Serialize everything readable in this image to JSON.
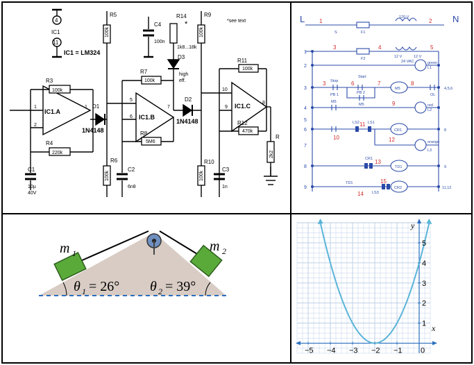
{
  "schematic": {
    "ic_pins": [
      "4",
      "11"
    ],
    "ic_ref": "IC1",
    "ic_note": "IC1 = LM324",
    "see_text": "*see text",
    "opamps": [
      "IC1.A",
      "IC1.B",
      "IC1.C"
    ],
    "resistors": {
      "r3": "R3",
      "r3_val": "100k",
      "r4": "R4",
      "r4_val": "220k",
      "r5": "R5",
      "r5_val": "100k",
      "r6": "R6",
      "r6_val": "100k",
      "r7": "R7",
      "r7_val": "100k",
      "r8": "R8",
      "r8_val": "5M6",
      "r9": "R9",
      "r9_val": "100k",
      "r10": "R10",
      "r10_val": "100k",
      "r11": "R11",
      "r11_val": "100k",
      "r12": "R12",
      "r12_val": "470k",
      "r14": "R14",
      "r14_star": "*",
      "r14_val": "1k8...18k",
      "r": "R",
      "r_val": "2k2"
    },
    "capacitors": {
      "c1": "C1",
      "c1_val": "10µ",
      "c1_v": "40V",
      "c2": "C2",
      "c2_val": "6n8",
      "c3": "C3",
      "c3_val": "1n",
      "c4": "C4",
      "c4_val": "100n"
    },
    "diodes": {
      "d1": "D1",
      "d1_part": "1N4148",
      "d2": "D2",
      "d2_part": "1N4148",
      "d3": "D3",
      "d3_note1": "high",
      "d3_note2": "eff."
    },
    "pins": {
      "a_in": "1",
      "a_minus": "2",
      "a_out": "1",
      "b_plus": "5",
      "b_minus": "6",
      "b_out": "7",
      "c_plus": "10",
      "c_minus": "9",
      "c_out": "8"
    }
  },
  "ladder": {
    "top_left": "L",
    "top_right": "N",
    "rails_numbers": [
      "1",
      "2",
      "3",
      "4",
      "5",
      "6",
      "7",
      "8",
      "9"
    ],
    "red_numbers": [
      "1",
      "2",
      "3",
      "4",
      "5",
      "3",
      "6",
      "7",
      "8",
      "9",
      "10",
      "11",
      "12",
      "13",
      "14",
      "15"
    ],
    "labels": {
      "s": "S",
      "f1": "F1",
      "f2": "F2",
      "v120": "120 V",
      "v12a": "12 V",
      "v12b": "12 V",
      "v24": "24 VAC",
      "green": "green",
      "l1": "L1",
      "stop": "Stop",
      "start": "Start",
      "pb1": "PB 1",
      "pb2": "PB 2",
      "m5": "M5",
      "ol": "OL",
      "ol_ref": "4,5,6",
      "m5_contact": "M5",
      "red": "red",
      "l2": "L2",
      "m5_b": "M5",
      "lsa": "LS2",
      "ls1": "LS1",
      "cr1": "CR1",
      "orange": "orange",
      "l3": "L3",
      "cr1_contact": "CR1",
      "td1": "TD1",
      "td1_contact": "TD1",
      "ls3": "LS3",
      "cr2": "CR2",
      "r8": "8",
      "r9": "9",
      "r1112": "11,12"
    }
  },
  "incline": {
    "m1": "m",
    "m1_sub": "1",
    "m2": "m",
    "m2_sub": "2",
    "theta1_label": "θ",
    "theta1_sub": "1",
    "theta1_value": "= 26°",
    "theta2_label": "θ",
    "theta2_sub": "2",
    "theta2_value": "= 39°",
    "colors": {
      "block": "#5aaa3a",
      "wedge": "#d8ccc4",
      "pulley": "#6f8fc0",
      "dashes": "#2a6ebf"
    }
  },
  "graph": {
    "x_axis_label": "x",
    "y_axis_label": "y",
    "x_ticks": [
      "−5",
      "−4",
      "−3",
      "−2",
      "−1",
      "0"
    ],
    "y_ticks": [
      "5",
      "4",
      "3",
      "2",
      "1"
    ],
    "colors": {
      "curve": "#5ab4d8",
      "grid": "#b8cce6",
      "axis": "#2a6ebf"
    }
  },
  "chart_data": {
    "type": "line",
    "x_range": [
      -5.5,
      0.5
    ],
    "y_range": [
      -0.5,
      6
    ],
    "x_ticks": [
      -5,
      -4,
      -3,
      -2,
      -1,
      0
    ],
    "y_ticks": [
      1,
      2,
      3,
      4,
      5
    ],
    "grid": true,
    "series": [
      {
        "x": [
          -4.45,
          -4,
          -3.5,
          -3,
          -2.5,
          -2,
          -1.5,
          -1,
          -0.5,
          0,
          0.45
        ],
        "y": [
          6.0,
          4.0,
          2.25,
          1.0,
          0.25,
          0.0,
          0.25,
          1.0,
          2.25,
          4.0,
          6.0
        ]
      }
    ]
  }
}
